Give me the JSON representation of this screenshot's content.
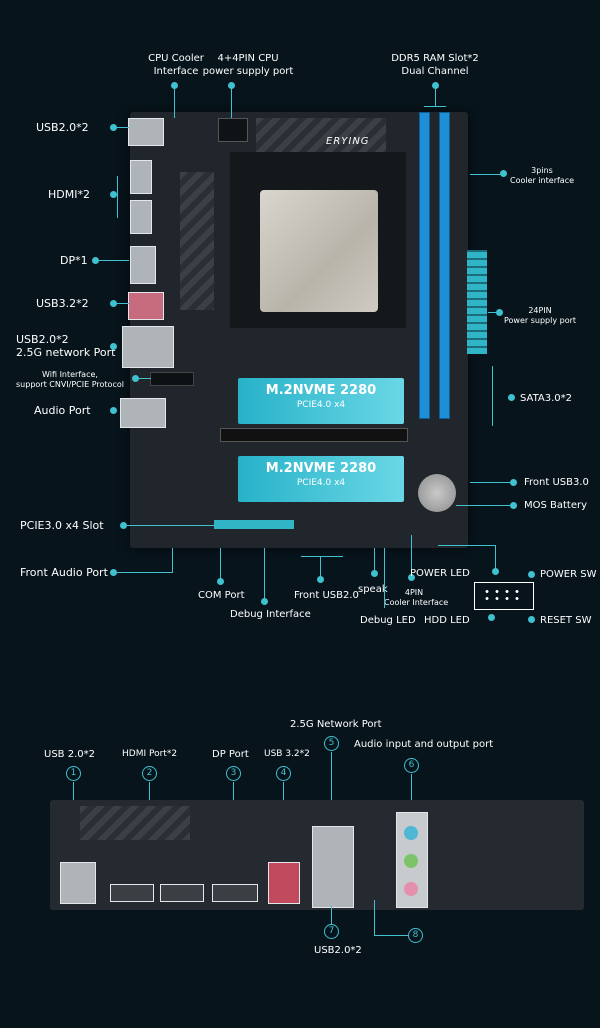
{
  "colors": {
    "accent": "#3fc1cf",
    "background": "#07141c",
    "board": "#20262b",
    "ram": "#1e8fd6"
  },
  "board": {
    "brand": "ERYING",
    "m2_top_title": "M.2NVME 2280",
    "m2_top_sub": "PCIE4.0 x4",
    "m2_bottom_title": "M.2NVME 2280",
    "m2_bottom_sub": "PCIE4.0 x4"
  },
  "top_labels": {
    "cpu_cooler": "CPU Cooler\nInterface",
    "cpu_power": "4+4PIN CPU\npower supply port",
    "ddr5": "DDR5 RAM Slot*2\nDual Channel",
    "usb20_top": "USB2.0*2",
    "hdmi": "HDMI*2",
    "dp": "DP*1",
    "usb32": "USB3.2*2",
    "usb20_lan": "USB2.0*2\n2.5G network Port",
    "wifi": "Wifi Interface,\nsupport CNVI/PCIE Protocol",
    "audio": "Audio Port",
    "pcie3": "PCIE3.0 x4 Slot",
    "front_audio": "Front Audio Port",
    "com": "COM Port",
    "debug_if": "Debug Interface",
    "front_usb2": "Front USB2.0",
    "speak": "speak",
    "cooler4": "4PIN\nCooler Interface",
    "debug_led": "Debug LED",
    "power_led": "POWER LED",
    "power_sw": "POWER SW",
    "hdd_led": "HDD LED",
    "reset_sw": "RESET SW",
    "cooler3": "3pins\nCooler interface",
    "atx24": "24PIN\nPower supply port",
    "sata": "SATA3.0*2",
    "front_usb3": "Front USB3.0",
    "mos": "MOS Battery"
  },
  "rear_labels": {
    "lan": "2.5G Network Port",
    "audio_io": "Audio input and output port",
    "usb20": "USB 2.0*2",
    "hdmi": "HDMI Port*2",
    "dp": "DP Port",
    "usb32": "USB 3.2*2",
    "usb20_bottom": "USB2.0*2"
  },
  "rear_numbers": [
    "1",
    "2",
    "3",
    "4",
    "5",
    "6",
    "7",
    "8"
  ]
}
